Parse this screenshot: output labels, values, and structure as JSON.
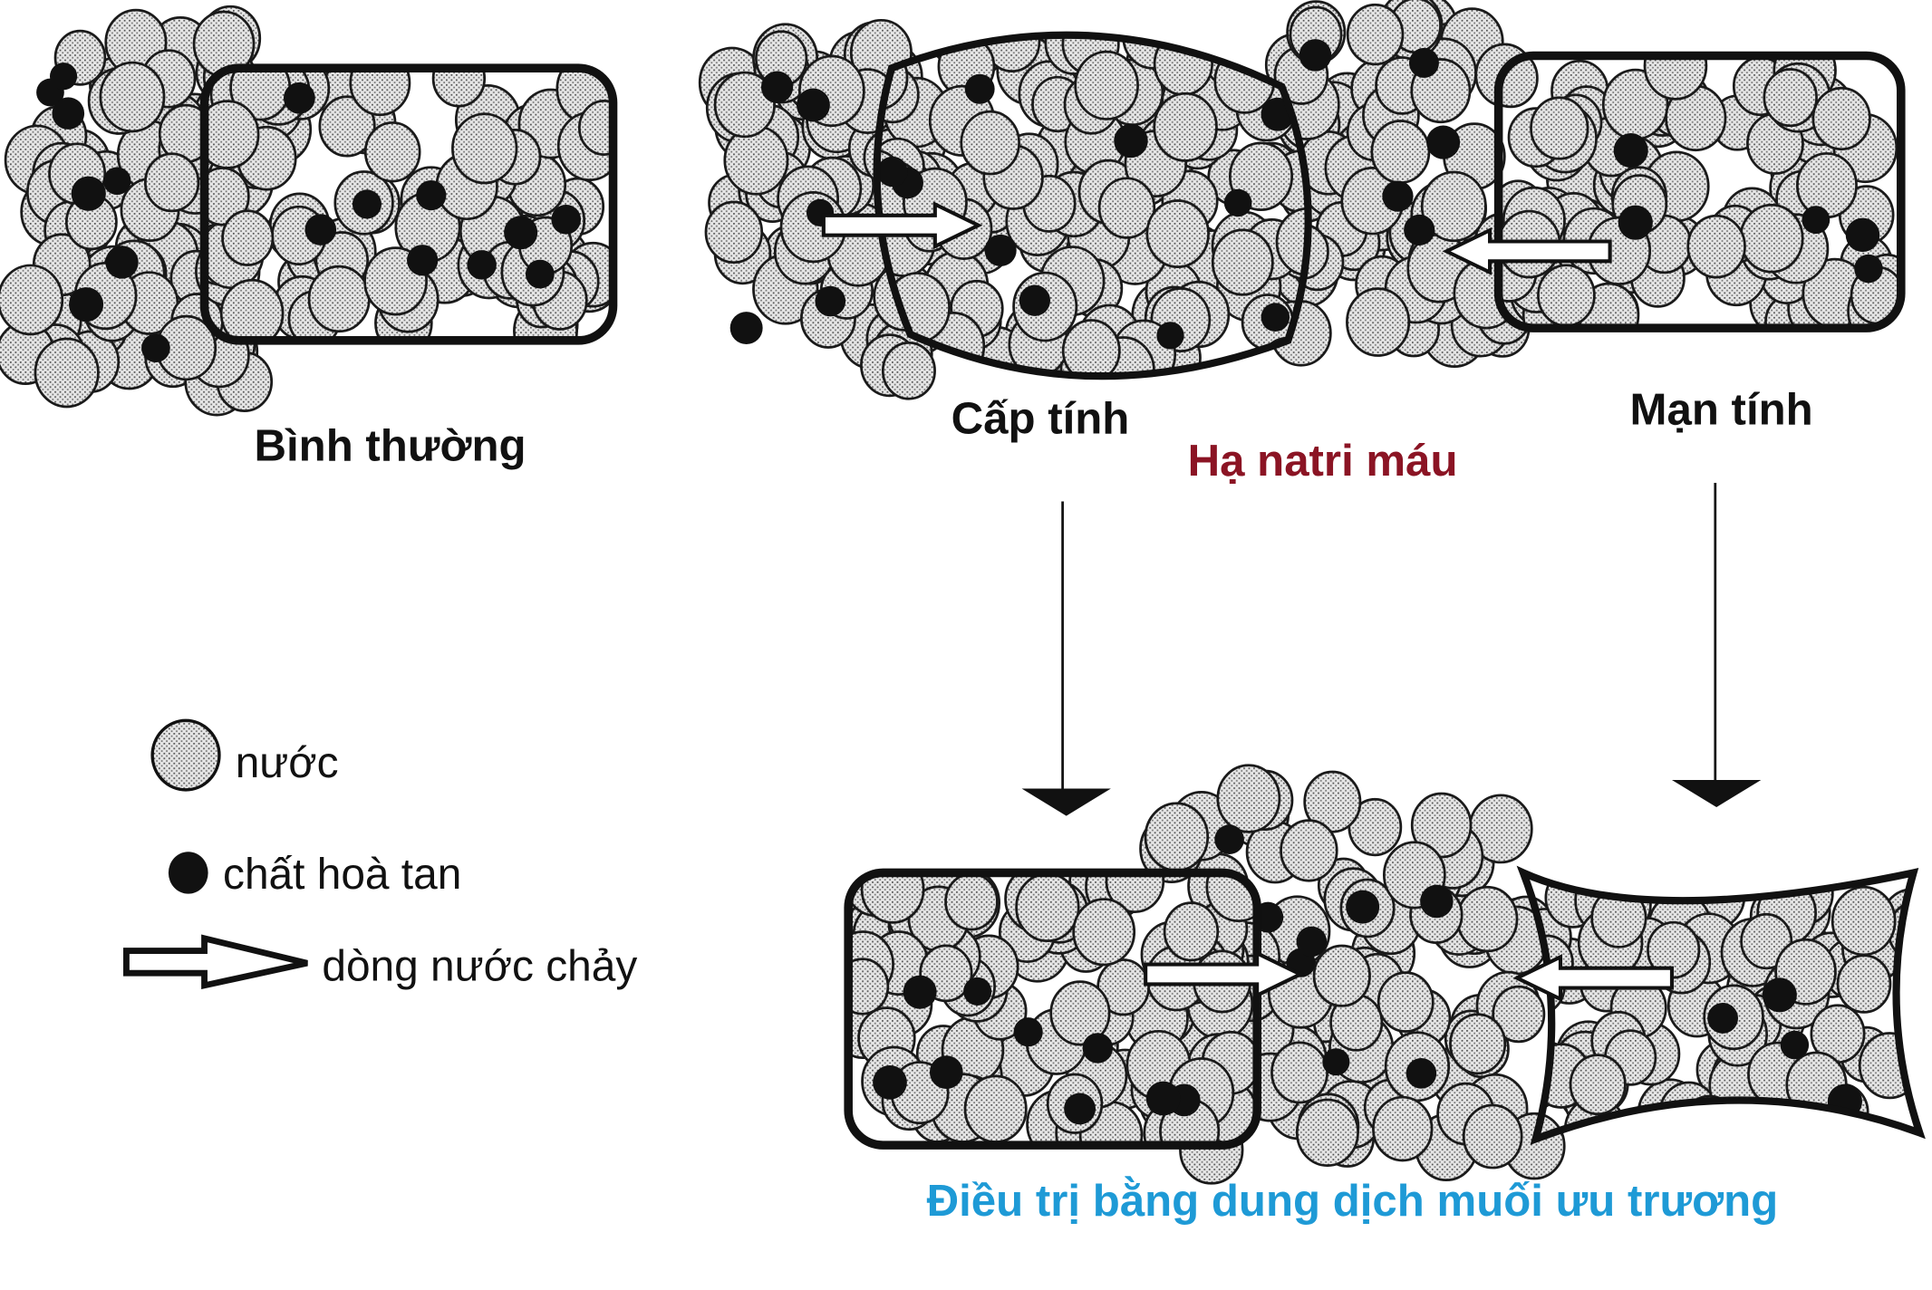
{
  "labels": {
    "normal": "Bình thường",
    "acute": "Cấp tính",
    "chronic": "Mạn tính",
    "hyponatremia": "Hạ natri máu",
    "treatment": "Điều trị bằng dung dịch muối ưu trương"
  },
  "legend": {
    "water": "nước",
    "solute": "chất hoà tan",
    "water_flow": "dòng nước chảy"
  },
  "colors": {
    "hyponatremia": "#8b1424",
    "treatment": "#1e9ad6",
    "ink": "#111111"
  }
}
